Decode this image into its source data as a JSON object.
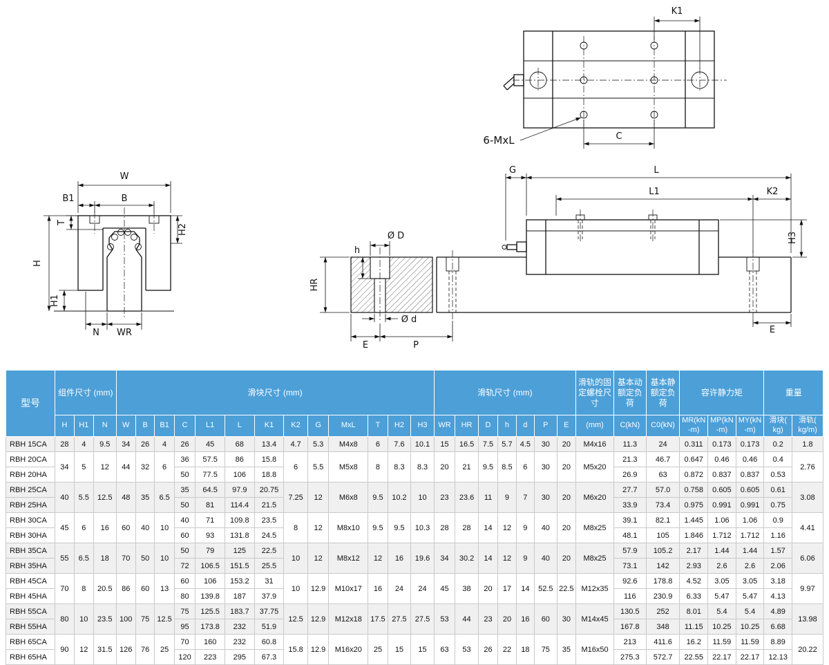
{
  "diagrams": {
    "top_view": {
      "k1": "K1",
      "bolt_callout": "6-MxL",
      "c": "C"
    },
    "front_view": {
      "w": "W",
      "b1": "B1",
      "b": "B",
      "t": "T",
      "h2": "H2",
      "h": "H",
      "h1": "H1",
      "n": "N",
      "wr": "WR"
    },
    "side_view": {
      "g": "G",
      "l": "L",
      "l1": "L1",
      "k2": "K2",
      "h3": "H3",
      "dia_D": "Ø D",
      "h": "h",
      "hr": "HR",
      "dia_d": "Ø d",
      "e_left": "E",
      "p": "P",
      "e_right": "E"
    }
  },
  "table": {
    "top_headers": [
      {
        "label": "型号",
        "colspan": 1,
        "rowspan": 2,
        "cls": "model-head"
      },
      {
        "label": "组件尺寸 (mm)",
        "colspan": 3
      },
      {
        "label": "滑块尺寸 (mm)",
        "colspan": 13
      },
      {
        "label": "滑轨尺寸 (mm)",
        "colspan": 7
      },
      {
        "label": "滑轨的固定螺栓尺寸",
        "colspan": 1
      },
      {
        "label": "基本动额定负荷",
        "colspan": 1
      },
      {
        "label": "基本静额定负荷",
        "colspan": 1
      },
      {
        "label": "容许静力矩",
        "colspan": 3
      },
      {
        "label": "重量",
        "colspan": 2
      }
    ],
    "sub_headers": [
      "H",
      "H1",
      "N",
      "W",
      "B",
      "B1",
      "C",
      "L1",
      "L",
      "K1",
      "K2",
      "G",
      "MxL",
      "T",
      "H2",
      "H3",
      "WR",
      "HR",
      "D",
      "h",
      "d",
      "P",
      "E",
      "(mm)",
      "C(kN)",
      "C0(kN)",
      "MR(kN\n-m)",
      "MP(kN\n-m)",
      "MY(kN\n-m)",
      "滑块(\nkg)",
      "滑轨(\nkg/m)"
    ],
    "groups": [
      {
        "rows": [
          "RBH 15CA"
        ],
        "left": [
          "28",
          "4",
          "9.5",
          "34",
          "26",
          "4"
        ],
        "mid_per_row": [
          [
            "26",
            "45",
            "68",
            "13.4"
          ]
        ],
        "mid_shared": [
          "4.7",
          "5.3",
          "M4x8",
          "6",
          "7.6",
          "10.1",
          "15",
          "16.5",
          "7.5",
          "5.7",
          "4.5",
          "30",
          "20",
          "M4x16"
        ],
        "right_per_row": [
          [
            "11.3",
            "24",
            "0.311",
            "0.173",
            "0.173",
            "0.2"
          ]
        ],
        "rail_kg": "1.8"
      },
      {
        "rows": [
          "RBH 20CA",
          "RBH 20HA"
        ],
        "left": [
          "34",
          "5",
          "12",
          "44",
          "32",
          "6"
        ],
        "mid_per_row": [
          [
            "36",
            "57.5",
            "86",
            "15.8"
          ],
          [
            "50",
            "77.5",
            "106",
            "18.8"
          ]
        ],
        "mid_shared": [
          "6",
          "5.5",
          "M5x8",
          "8",
          "8.3",
          "8.3",
          "20",
          "21",
          "9.5",
          "8.5",
          "6",
          "30",
          "20",
          "M5x20"
        ],
        "right_per_row": [
          [
            "21.3",
            "46.7",
            "0.647",
            "0.46",
            "0.46",
            "0.4"
          ],
          [
            "26.9",
            "63",
            "0.872",
            "0.837",
            "0.837",
            "0.53"
          ]
        ],
        "rail_kg": "2.76"
      },
      {
        "rows": [
          "RBH 25CA",
          "RBH 25HA"
        ],
        "left": [
          "40",
          "5.5",
          "12.5",
          "48",
          "35",
          "6.5"
        ],
        "mid_per_row": [
          [
            "35",
            "64.5",
            "97.9",
            "20.75"
          ],
          [
            "50",
            "81",
            "114.4",
            "21.5"
          ]
        ],
        "mid_shared": [
          "7.25",
          "12",
          "M6x8",
          "9.5",
          "10.2",
          "10",
          "23",
          "23.6",
          "11",
          "9",
          "7",
          "30",
          "20",
          "M6x20"
        ],
        "right_per_row": [
          [
            "27.7",
            "57.0",
            "0.758",
            "0.605",
            "0.605",
            "0.61"
          ],
          [
            "33.9",
            "73.4",
            "0.975",
            "0.991",
            "0.991",
            "0.75"
          ]
        ],
        "rail_kg": "3.08"
      },
      {
        "rows": [
          "RBH 30CA",
          "RBH 30HA"
        ],
        "left": [
          "45",
          "6",
          "16",
          "60",
          "40",
          "10"
        ],
        "mid_per_row": [
          [
            "40",
            "71",
            "109.8",
            "23.5"
          ],
          [
            "60",
            "93",
            "131.8",
            "24.5"
          ]
        ],
        "mid_shared": [
          "8",
          "12",
          "M8x10",
          "9.5",
          "9.5",
          "10.3",
          "28",
          "28",
          "14",
          "12",
          "9",
          "40",
          "20",
          "M8x25"
        ],
        "right_per_row": [
          [
            "39.1",
            "82.1",
            "1.445",
            "1.06",
            "1.06",
            "0.9"
          ],
          [
            "48.1",
            "105",
            "1.846",
            "1.712",
            "1.712",
            "1.16"
          ]
        ],
        "rail_kg": "4.41"
      },
      {
        "rows": [
          "RBH 35CA",
          "RBH 35HA"
        ],
        "left": [
          "55",
          "6.5",
          "18",
          "70",
          "50",
          "10"
        ],
        "mid_per_row": [
          [
            "50",
            "79",
            "125",
            "22.5"
          ],
          [
            "72",
            "106.5",
            "151.5",
            "25.5"
          ]
        ],
        "mid_shared": [
          "10",
          "12",
          "M8x12",
          "12",
          "16",
          "19.6",
          "34",
          "30.2",
          "14",
          "12",
          "9",
          "40",
          "20",
          "M8x25"
        ],
        "right_per_row": [
          [
            "57.9",
            "105.2",
            "2.17",
            "1.44",
            "1.44",
            "1.57"
          ],
          [
            "73.1",
            "142",
            "2.93",
            "2.6",
            "2.6",
            "2.06"
          ]
        ],
        "rail_kg": "6.06"
      },
      {
        "rows": [
          "RBH 45CA",
          "RBH 45HA"
        ],
        "left": [
          "70",
          "8",
          "20.5",
          "86",
          "60",
          "13"
        ],
        "mid_per_row": [
          [
            "60",
            "106",
            "153.2",
            "31"
          ],
          [
            "80",
            "139.8",
            "187",
            "37.9"
          ]
        ],
        "mid_shared": [
          "10",
          "12.9",
          "M10x17",
          "16",
          "24",
          "24",
          "45",
          "38",
          "20",
          "17",
          "14",
          "52.5",
          "22.5",
          "M12x35"
        ],
        "right_per_row": [
          [
            "92.6",
            "178.8",
            "4.52",
            "3.05",
            "3.05",
            "3.18"
          ],
          [
            "116",
            "230.9",
            "6.33",
            "5.47",
            "5.47",
            "4.13"
          ]
        ],
        "rail_kg": "9.97"
      },
      {
        "rows": [
          "RBH 55CA",
          "RBH 55HA"
        ],
        "left": [
          "80",
          "10",
          "23.5",
          "100",
          "75",
          "12.5"
        ],
        "mid_per_row": [
          [
            "75",
            "125.5",
            "183.7",
            "37.75"
          ],
          [
            "95",
            "173.8",
            "232",
            "51.9"
          ]
        ],
        "mid_shared": [
          "12.5",
          "12.9",
          "M12x18",
          "17.5",
          "27.5",
          "27.5",
          "53",
          "44",
          "23",
          "20",
          "16",
          "60",
          "30",
          "M14x45"
        ],
        "right_per_row": [
          [
            "130.5",
            "252",
            "8.01",
            "5.4",
            "5.4",
            "4.89"
          ],
          [
            "167.8",
            "348",
            "11.15",
            "10.25",
            "10.25",
            "6.68"
          ]
        ],
        "rail_kg": "13.98"
      },
      {
        "rows": [
          "RBH 65CA",
          "RBH 65HA"
        ],
        "left": [
          "90",
          "12",
          "31.5",
          "126",
          "76",
          "25"
        ],
        "mid_per_row": [
          [
            "70",
            "160",
            "232",
            "60.8"
          ],
          [
            "120",
            "223",
            "295",
            "67.3"
          ]
        ],
        "mid_shared": [
          "15.8",
          "12.9",
          "M16x20",
          "25",
          "15",
          "15",
          "63",
          "53",
          "26",
          "22",
          "18",
          "75",
          "35",
          "M16x50"
        ],
        "right_per_row": [
          [
            "213",
            "411.6",
            "16.2",
            "11.59",
            "11.59",
            "8.89"
          ],
          [
            "275.3",
            "572.7",
            "22.55",
            "22.17",
            "22.17",
            "12.13"
          ]
        ],
        "rail_kg": "20.22"
      }
    ]
  }
}
